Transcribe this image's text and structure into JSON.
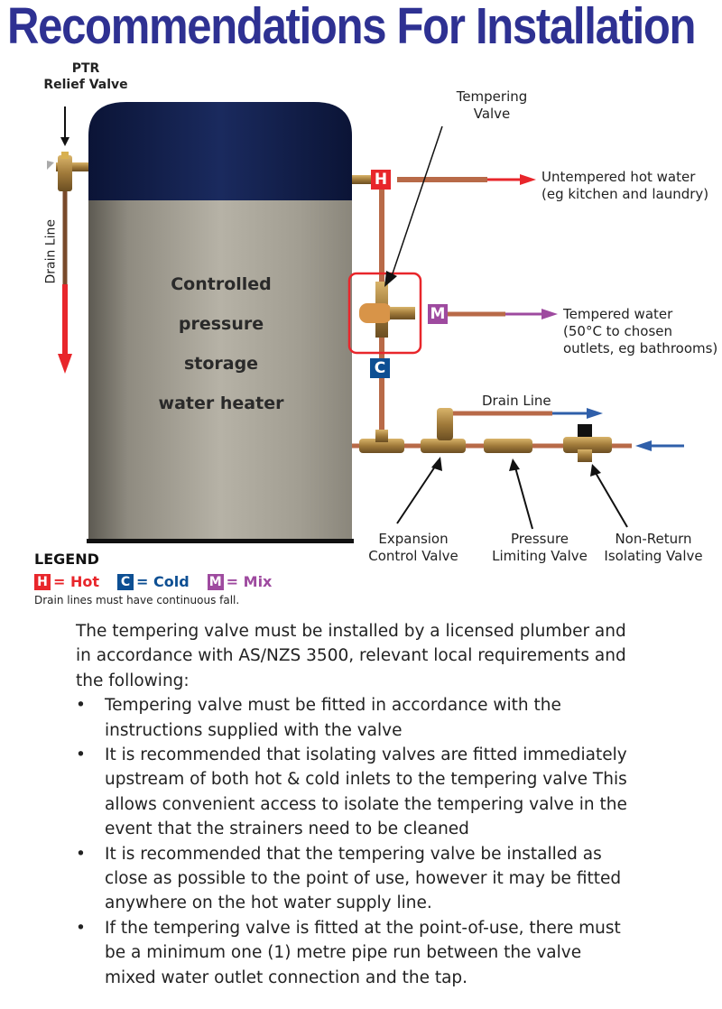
{
  "title": "Recommendations For Installation",
  "colors": {
    "title": "#2e3192",
    "hot": "#e8262b",
    "cold": "#0d4f93",
    "mix": "#9e4a9f",
    "tank_top": "#0f1a3f",
    "tank_body": "#a8a49a",
    "highlight_box": "#e8262b",
    "blue_arrow": "#2f5faa",
    "purple_arrow": "#9e4a9f"
  },
  "diagram": {
    "ptr_label": [
      "PTR",
      "Relief Valve"
    ],
    "left_drain_label": "Drain Line",
    "tank_label": [
      "Controlled",
      "pressure",
      "storage",
      "water heater"
    ],
    "tempering_valve_label": [
      "Tempering",
      "Valve"
    ],
    "hot_outlet_label": [
      "Untempered hot water",
      "(eg kitchen and laundry)"
    ],
    "tempered_outlet_label": [
      "Tempered water",
      "(50°C to chosen",
      "outlets, eg bathrooms)"
    ],
    "right_drain_label": "Drain Line",
    "expansion_valve_label": [
      "Expansion",
      "Control Valve"
    ],
    "pressure_valve_label": [
      "Pressure",
      "Limiting Valve"
    ],
    "isolating_valve_label": [
      "Non-Return",
      "Isolating Valve"
    ],
    "badges": {
      "hot": "H",
      "cold": "C",
      "mix": "M"
    }
  },
  "legend": {
    "title": "LEGEND",
    "items": [
      {
        "letter": "H",
        "text": "= Hot",
        "color": "#e8262b"
      },
      {
        "letter": "C",
        "text": "= Cold",
        "color": "#0d4f93"
      },
      {
        "letter": "M",
        "text": "= Mix",
        "color": "#9e4a9f"
      }
    ],
    "note": "Drain lines must have continuous fall."
  },
  "body": {
    "intro": "The tempering valve must be installed by a licensed plumber and in accordance with AS/NZS 3500, relevant local requirements and the following:",
    "bullet_char": "•",
    "bullets": [
      "Tempering valve must be fitted in accordance with the instructions supplied with the valve",
      "It is recommended that isolating valves are fitted immediately upstream of both hot & cold inlets to the tempering valve This allows convenient access to isolate the tempering valve in the event that the strainers need to be cleaned",
      "It is recommended that the tempering valve be installed as close as possible to the point of use, however it may be fitted anywhere on the hot water supply line.",
      "If the tempering valve is fitted at the point-of-use, there must be a minimum one (1) metre pipe run between the valve mixed water outlet connection and the tap."
    ]
  }
}
